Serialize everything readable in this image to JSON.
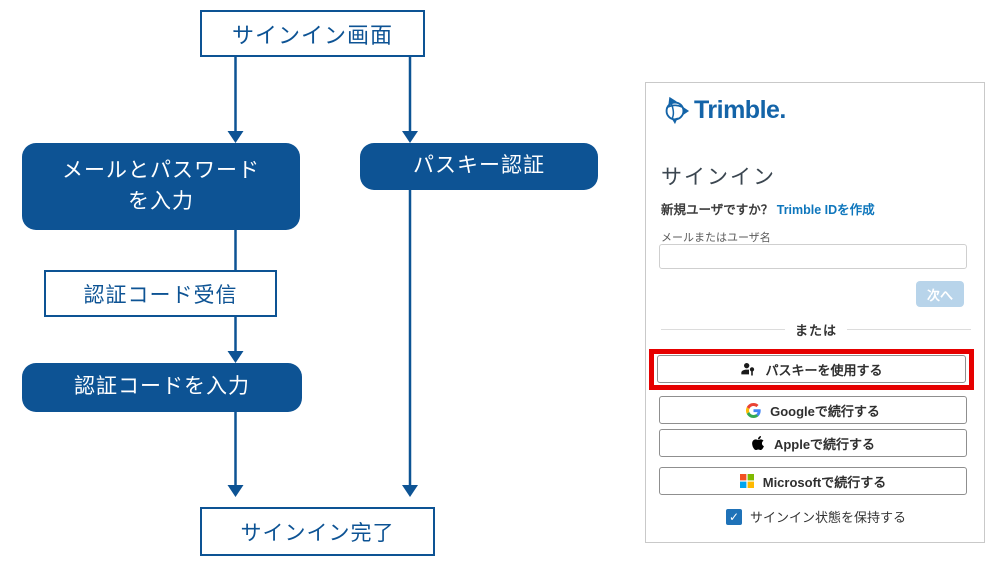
{
  "flowchart": {
    "signin_screen": "サインイン画面",
    "email_password_line1": "メールとパスワード",
    "email_password_line2": "を入力",
    "passkey_auth": "パスキー認証",
    "code_receive": "認証コード受信",
    "code_input": "認証コードを入力",
    "signin_complete": "サインイン完了",
    "accent_color": "#0d5394"
  },
  "signin_panel": {
    "logo_text": "Trimble.",
    "heading": "サインイン",
    "new_user_prompt": "新規ユーザですか？",
    "create_id_link": "Trimble IDを作成",
    "email_label": "メールまたはユーザ名",
    "email_value": "",
    "next_button_label": "次へ",
    "divider_label": "または",
    "passkey_button_label": "パスキーを使用する",
    "google_button_label": "Googleで続行する",
    "apple_button_label": "Appleで続行する",
    "microsoft_button_label": "Microsoftで続行する",
    "keep_signed_in_label": "サインイン状態を保持する",
    "checkbox_checked_glyph": "✓",
    "checkbox_checked": true,
    "colors": {
      "trimble_blue": "#1464a8",
      "link_blue": "#0e76bc",
      "next_button_bg": "#b8d4ea",
      "highlight_red": "#e60000",
      "checkbox_blue": "#1f72b8"
    },
    "icons": {
      "trimble-logo-icon": "stylized sextant globe",
      "passkey-icon": "person with key",
      "google-icon": "Google G multicolor",
      "apple-icon": "Apple logo",
      "microsoft-icon": "Microsoft four squares",
      "checkbox-check-icon": "white checkmark"
    }
  }
}
